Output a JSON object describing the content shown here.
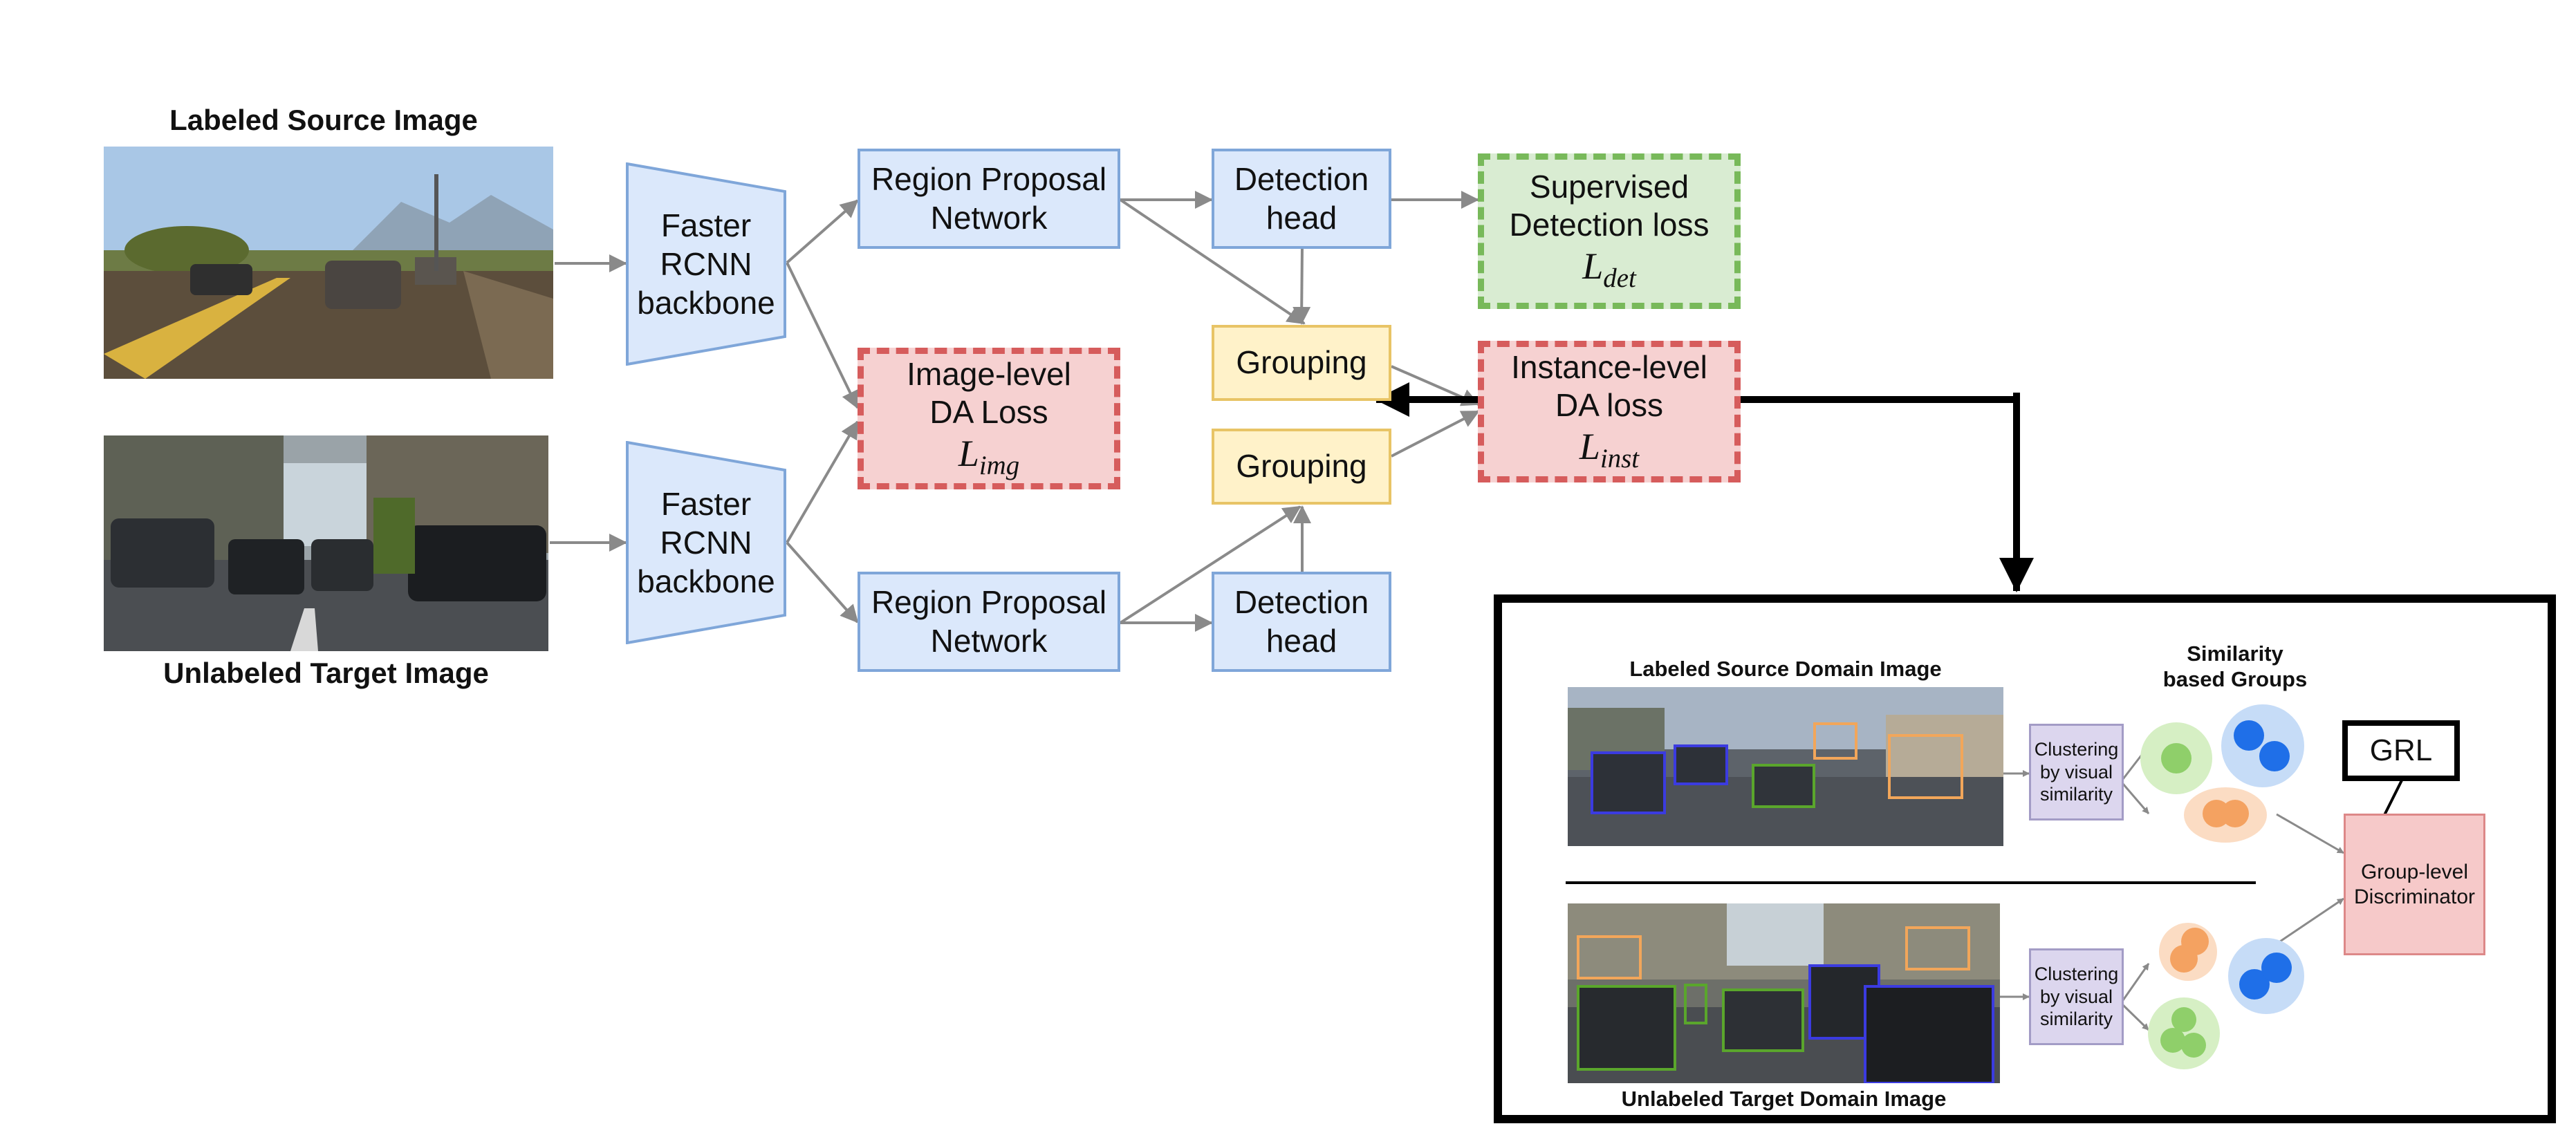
{
  "source_label": "Labeled Source Image",
  "target_label": "Unlabeled Target Image",
  "backbone_top": [
    "Faster",
    "RCNN",
    "backbone"
  ],
  "backbone_bottom": [
    "Faster",
    "RCNN",
    "backbone"
  ],
  "rpn_top": [
    "Region Proposal",
    "Network"
  ],
  "rpn_bottom": [
    "Region Proposal",
    "Network"
  ],
  "det_head_top": [
    "Detection",
    "head"
  ],
  "det_head_bottom": [
    "Detection",
    "head"
  ],
  "grouping_top": "Grouping",
  "grouping_bottom": "Grouping",
  "image_da_loss": {
    "lines": [
      "Image-level",
      "DA Loss"
    ],
    "symbol": "L",
    "subscript": "img"
  },
  "supervised_loss": {
    "lines": [
      "Supervised",
      "Detection loss"
    ],
    "symbol": "L",
    "subscript": "det"
  },
  "instance_da_loss": {
    "lines": [
      "Instance-level",
      "DA loss"
    ],
    "symbol": "L",
    "subscript": "inst"
  },
  "inset": {
    "source_label": "Labeled Source Domain Image",
    "target_label": "Unlabeled Target Domain Image",
    "groups_label": [
      "Similarity",
      "based Groups"
    ],
    "clustering_top": [
      "Clustering",
      "by visual",
      "similarity"
    ],
    "clustering_bottom": [
      "Clustering",
      "by visual",
      "similarity"
    ],
    "grl": "GRL",
    "discriminator": [
      "Group-level",
      "Discriminator"
    ]
  },
  "colors": {
    "blue_box": "#dbe8fb",
    "yellow_box": "#fff2c9",
    "green_loss": "#d9ecd2",
    "red_loss": "#f6d1d1",
    "cluster_green": "#8fcf6a",
    "cluster_blue": "#1f6fe8",
    "cluster_orange": "#f4a261"
  }
}
